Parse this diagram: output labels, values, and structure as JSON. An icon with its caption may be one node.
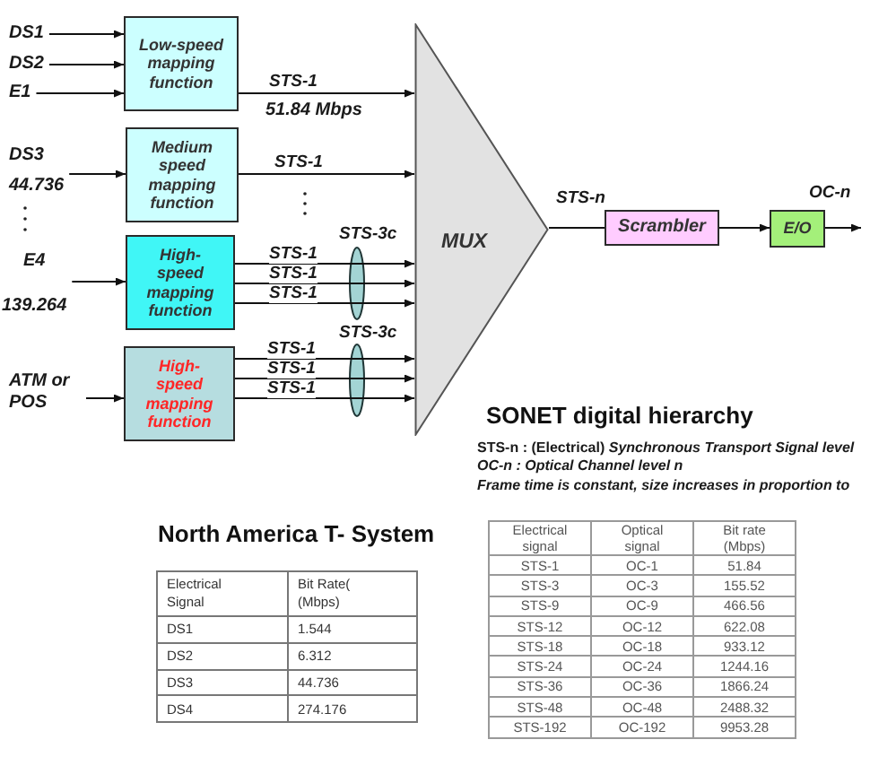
{
  "diagram": {
    "nodes": [
      {
        "text": [
          "DS1"
        ]
      },
      {
        "text": [
          "DS2"
        ]
      },
      {
        "text": [
          "E1"
        ]
      },
      {
        "text": [
          "DS3",
          "44.736"
        ]
      },
      {
        "text": [
          "E4",
          "139.264"
        ]
      },
      {
        "text": [
          "ATM or POS"
        ]
      },
      {
        "text": [
          "Low-speed mapping function"
        ]
      },
      {
        "text": [
          "Medium speed mapping function"
        ]
      },
      {
        "text": [
          "High-speed mapping function"
        ]
      },
      {
        "text": [
          "High-speed mapping function"
        ]
      },
      {
        "text": [
          "MUX"
        ]
      },
      {
        "text": [
          "Scrambler"
        ]
      },
      {
        "text": [
          "E/O"
        ]
      }
    ],
    "edges": [
      {
        "from": 0,
        "to": 6,
        "arrow": "to"
      },
      {
        "from": 1,
        "to": 6,
        "arrow": "to"
      },
      {
        "from": 2,
        "to": 6,
        "arrow": "to"
      },
      {
        "from": 3,
        "to": 7,
        "arrow": "to"
      },
      {
        "from": 4,
        "to": 8,
        "arrow": "to"
      },
      {
        "from": 5,
        "to": 9,
        "arrow": "to"
      },
      {
        "from": 6,
        "to": 10,
        "arrow": "to",
        "label": "STS-1"
      },
      {
        "from": 7,
        "to": 10,
        "arrow": "to",
        "label": "STS-1"
      },
      {
        "from": 8,
        "to": 10,
        "arrow": "to",
        "label": "STS-1"
      },
      {
        "from": 8,
        "to": 10,
        "arrow": "to",
        "label": "STS-1"
      },
      {
        "from": 8,
        "to": 10,
        "arrow": "to",
        "label": "STS-1"
      },
      {
        "from": 9,
        "to": 10,
        "arrow": "to",
        "label": "STS-1"
      },
      {
        "from": 9,
        "to": 10,
        "arrow": "to",
        "label": "STS-1"
      },
      {
        "from": 9,
        "to": 10,
        "arrow": "to",
        "label": "STS-1"
      },
      {
        "from": 10,
        "to": 11,
        "arrow": "none",
        "label": "STS-n"
      },
      {
        "from": 11,
        "to": 12,
        "arrow": "to"
      },
      {
        "from": 12,
        "to": null,
        "arrow": "to",
        "label": "OC-n"
      }
    ],
    "labels": [
      "STS-3c",
      "STS-3c",
      "51.84 Mbps",
      "SONET digital hierarchy",
      "STS-n : (Electrical) *Synchronous Transport Signal level*",
      "OC-n : Optical Channel level n",
      "Frame time is constant, size increases in proportion to",
      "North America T- System",
      "Electrical Signal",
      "Bit Rate( (Mbps)",
      "DS1",
      "1.544",
      "DS2",
      "6.312",
      "DS3",
      "44.736",
      "DS4",
      "274.176",
      "Electrical signal",
      "Optical signal",
      "Bit rate (Mbps)",
      "STS-1",
      "OC-1",
      "51.84",
      "STS-3",
      "OC-3",
      "155.52",
      "STS-9",
      "OC-9",
      "466.56",
      "STS-12",
      "OC-12",
      "622.08",
      "STS-18",
      "OC-18",
      "933.12",
      "STS-24",
      "OC-24",
      "1244.16",
      "STS-36",
      "OC-36",
      "1866.24",
      "STS-48",
      "OC-48",
      "2488.32",
      "STS-192",
      "OC-192",
      "9953.28"
    ]
  }
}
